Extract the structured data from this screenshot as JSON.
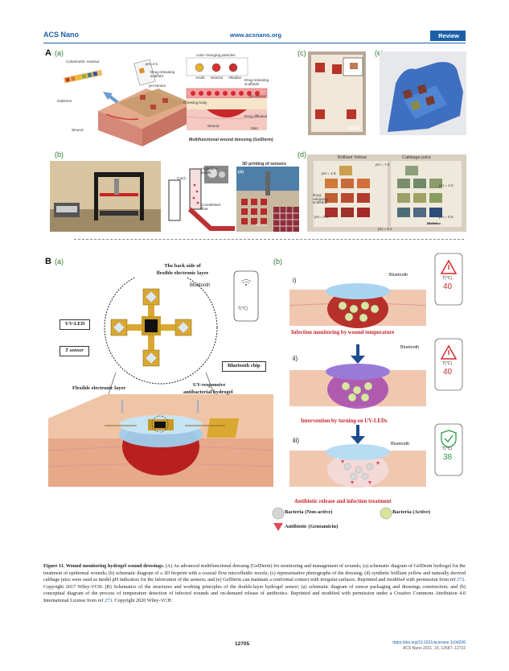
{
  "header": {
    "journal": "ACS Nano",
    "url": "www.acsnano.org",
    "section": "Review"
  },
  "panelA": {
    "letter": "A",
    "sub_a": "(a)",
    "sub_b": "(b)",
    "sub_c": "(c)",
    "sub_d": "(d)",
    "sub_e": "(e)",
    "a_labels": {
      "colorimetric": "Colorimetric readout",
      "ph_card": "pH=4.5",
      "gelderm": "GelDerm",
      "drug_scaffold": "Drug-releasing scaffold",
      "ph_sensor": "pH-sensor",
      "dressing_body": "Dressing body",
      "wound": "Wound",
      "color_changing": "color-changing particles",
      "acidic": "Acidic",
      "neutral": "Neutral",
      "alkaline": "Alkaline",
      "drug_scaffolds": "Drug-releasing scaffolds",
      "ph_sensor2": "pH sensor",
      "drug_diffusion": "Drug diffusion",
      "wound2": "Wound",
      "skin": "Skin",
      "multi_caption": "Multifunctional wound dressing (GelDerm)"
    },
    "b_labels": {
      "cacl2": "CaCl₂",
      "alginate": "Alginate + beads",
      "crosslinked": "Crosslinked fiber",
      "printing": "3D printing of sensors",
      "iii": "(iii)",
      "scale": "10 mm"
    },
    "c_scale": "10 mm",
    "d_labels": {
      "brilliant": "Brilliant Yellow",
      "cabbage": "Cabbage juice",
      "ph74": "pH = 7.4",
      "ph49l": "pH = 4.9",
      "ph40": "pH = 4.0",
      "drug": "Drug-releasing scaffolds",
      "ph58": "pH = 5.8",
      "ph69": "pH = 6.9",
      "ph92": "pH = 9.2",
      "scale": "10 mm"
    }
  },
  "panelB": {
    "letter": "B",
    "sub_a": "(a)",
    "sub_b": "(b)",
    "backside_title_1": "The back side of",
    "backside_title_2": "flexible electronic layer",
    "bluetooth": "Bluetooth",
    "phone_temp": "T(°C)",
    "uv_led": "UV-LED",
    "t_sensor": "T sensor",
    "bluetooth_chip": "Bluetooth chip",
    "flex_layer": "Flexible electronic layer",
    "uv_hydrogel_1": "UV-responsive",
    "uv_hydrogel_2": "antibacterial hydrogel",
    "stage_i": "i)",
    "stage_ii": "ii)",
    "stage_iii": "iii)",
    "temp1": "40",
    "temp2": "40",
    "temp3": "38",
    "caption_i": "Infection monitoring by wound temperature",
    "caption_ii": "Intervention by turning on  UV-LEDs",
    "caption_iii": "Antibiotic release and infection treatment",
    "legend_nonactive": "Bacteria (Non-active)",
    "legend_active": "Bacteria (Active)",
    "legend_antibiotic": "Antibiotic (Gentamicin)"
  },
  "caption": {
    "lead": "Figure 11. Wound monitoring hydrogel wound dressings.",
    "body": " (A) An advanced multifunctional dressing (GelDerm) for monitoring and management of wounds; (a) schematic diagram of GelDerm hydrogel for the treatment of epidermal wounds; (b) schematic diagram of a 3D bioprint with a coaxial flow microfluidic nozzle; (c) representative photographs of the dressing; (d) synthetic brilliant yellow and naturally derived cabbage juice were used as model pH indicators for the fabrication of the sensors; and (e) GelDerm can maintain a conformal contact with irregular surfaces. Reprinted and modified with permission from ref ",
    "ref1": "272",
    "body2": ". Copyright 2017 Wiley-VCH. (B) Schematics of the structures and working principles of the double-layer hydrogel sensor; (a) schematic diagram of sensor packaging and dressings construction; and (b) conceptual diagram of the process of temperature detection of infected wounds and on-demand release of antibiotics. Reprinted and modified with permission under a Creative Commons Attribution 4.0 International License from ref ",
    "ref2": "273",
    "body3": ". Copyright 2020 Wiley-VCH."
  },
  "footer": {
    "page": "12705",
    "doi": "https://doi.org/10.1021/acsnano.1c04206",
    "citation": "ACS Nano 2021, 15, 12687−12722"
  }
}
